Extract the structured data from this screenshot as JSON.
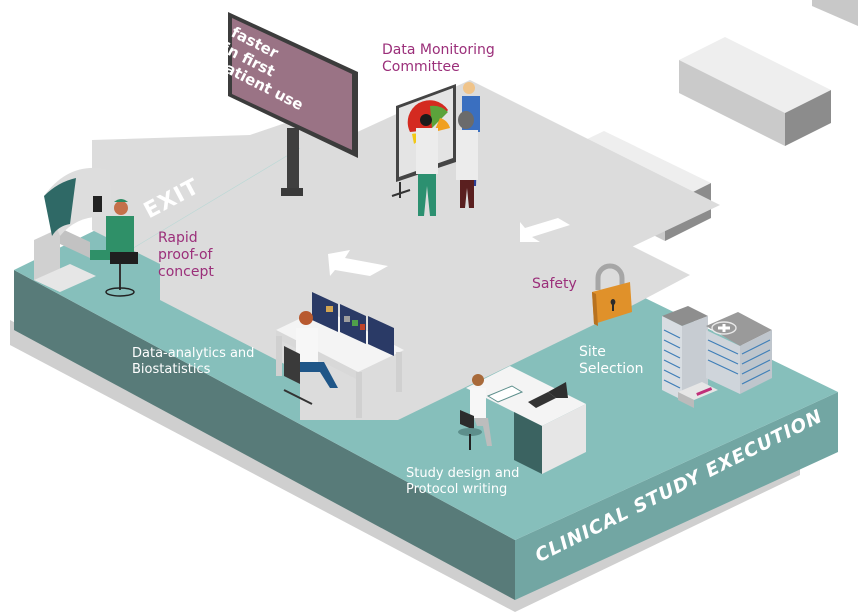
{
  "billboard": {
    "text": "faster\nin first\npatient use"
  },
  "floor": {
    "exit_label": "EXIT"
  },
  "labels": {
    "data_monitoring": "Data Monitoring\nCommittee",
    "rapid_poc": "Rapid\nproof-of\nconcept",
    "safety": "Safety",
    "data_analytics": "Data-analytics and\nBiostatistics",
    "site_selection": "Site\nSelection",
    "study_design": "Study design and\nProtocol writing"
  },
  "platform": {
    "band_label": "CLINICAL STUDY EXECUTION"
  },
  "colors": {
    "teal_top": "#86bfbb",
    "teal_left_side": "#587b79",
    "teal_right_side": "#72a6a3",
    "floor_grey": "#dcdcdc",
    "purple_text": "#9b2f7a",
    "billboard": "#9a7385",
    "padlock": "#e08e2a"
  }
}
